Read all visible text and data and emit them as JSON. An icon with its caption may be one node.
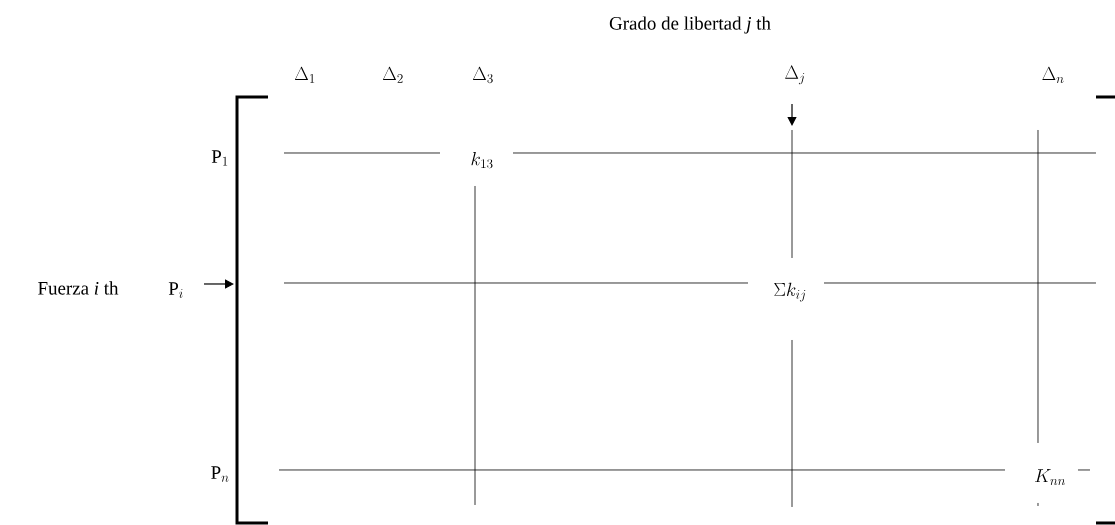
{
  "diagram": {
    "labels": [
      "Grado de libertad *j* th",
      "\\Delta_{1}",
      "\\Delta_{2}",
      "\\Delta_{3}",
      "\\Delta_{j}",
      "\\Delta_{n}",
      "\\mathrm{P}_{1}",
      "k_{13}",
      "Fuerza *i* th",
      "\\mathrm{P}_{i}",
      "\\Sigma k_{ij}",
      "\\mathrm{P}_{n}",
      "K_{nn}"
    ]
  }
}
